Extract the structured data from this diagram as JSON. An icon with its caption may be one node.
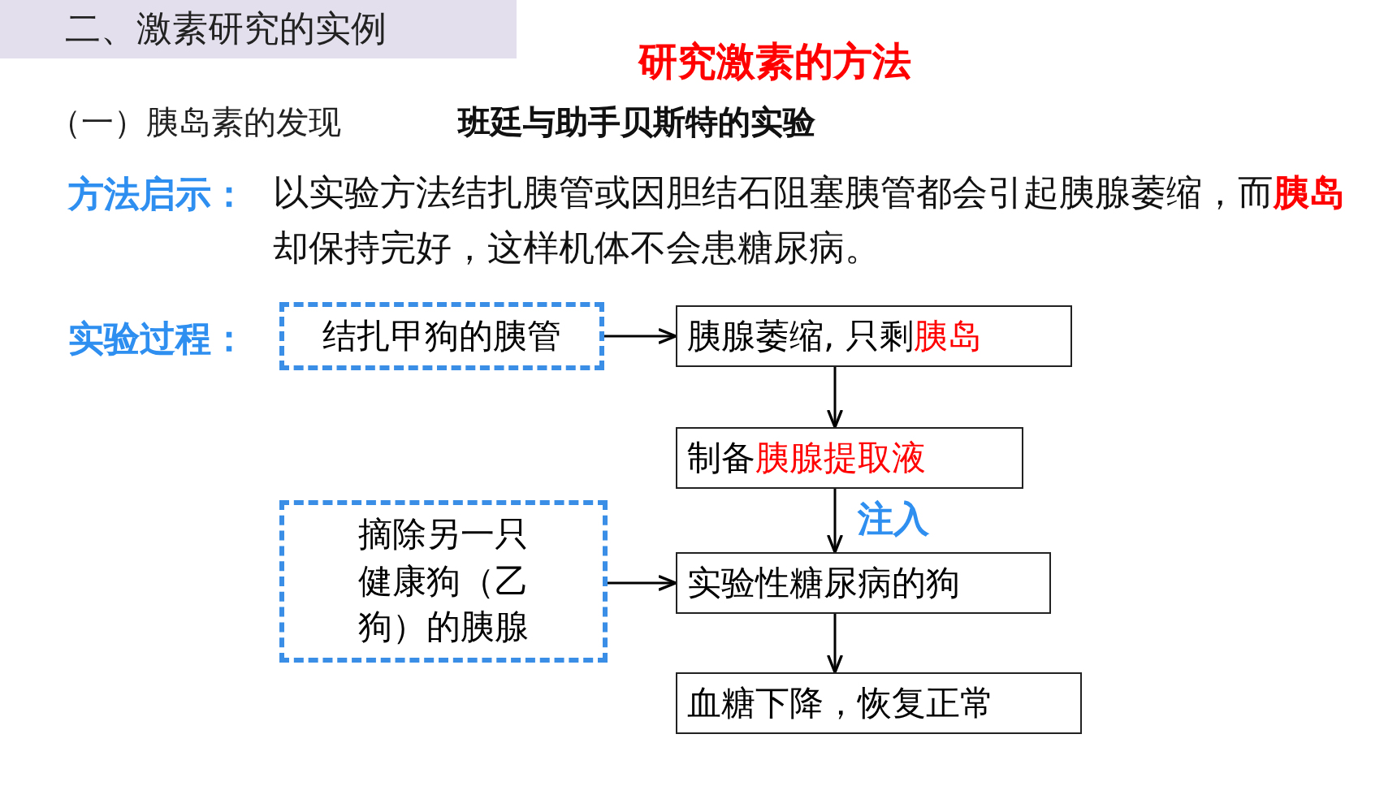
{
  "diagram": {
    "title": "研究激素的方法",
    "nodes": [
      {
        "text": [
          "二、激素研究的实例"
        ]
      },
      {
        "text": [
          "结扎甲狗的胰管"
        ]
      },
      {
        "text": [
          "胰腺萎缩, 只剩**胰岛**"
        ]
      },
      {
        "text": [
          "制备**胰腺提取液**"
        ]
      },
      {
        "text": [
          "摘除另一只健康狗（乙狗）的胰腺"
        ]
      },
      {
        "text": [
          "实验性糖尿病的狗"
        ]
      },
      {
        "text": [
          "血糖下降，恢复正常"
        ]
      }
    ],
    "edges": [
      {
        "from": 1,
        "to": 2,
        "arrow": "to"
      },
      {
        "from": 2,
        "to": 3,
        "arrow": "to"
      },
      {
        "from": 3,
        "to": 5,
        "arrow": "to",
        "label": "注入"
      },
      {
        "from": 4,
        "to": 5,
        "arrow": "to"
      },
      {
        "from": 5,
        "to": 6,
        "arrow": "to"
      }
    ],
    "labels": [
      "（一）胰岛素的发现",
      "班廷与助手贝斯特的实验",
      "方法启示：",
      "以实验方法结扎胰管或因胆结石阻塞胰管都会引起胰腺萎缩，而**胰岛**却保持完好，这样机体不会患糖尿病。",
      "实验过程："
    ]
  }
}
